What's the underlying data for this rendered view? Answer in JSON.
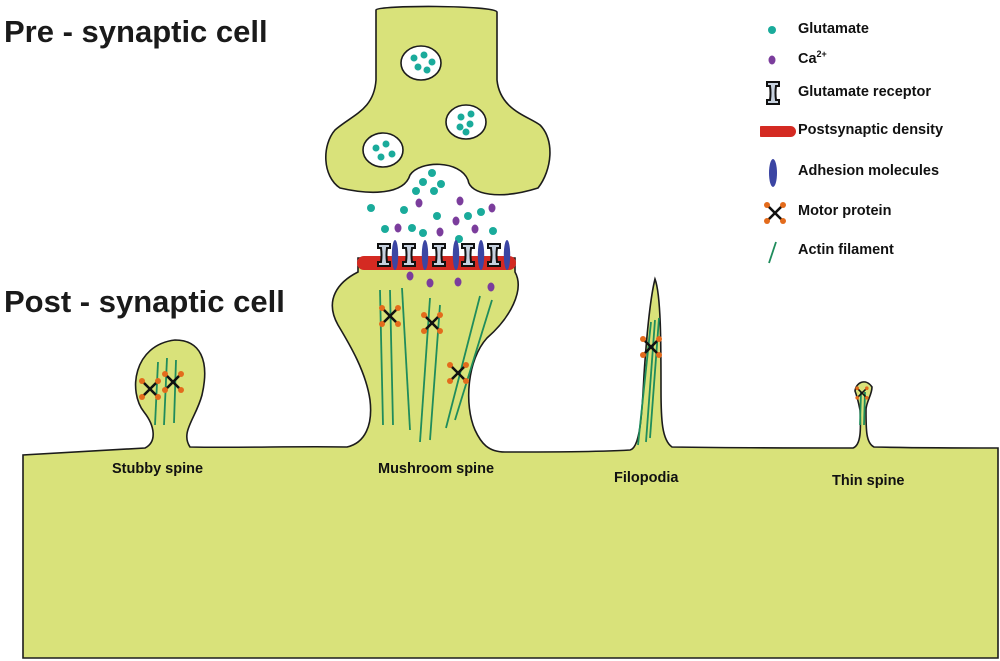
{
  "title": {
    "pre": "Pre - synaptic cell",
    "post": "Post - synaptic cell"
  },
  "spine_labels": {
    "stubby": "Stubby spine",
    "mushroom": "Mushroom spine",
    "filopodia": "Filopodia",
    "thin": "Thin spine"
  },
  "legend": {
    "glutamate": "Glutamate",
    "ca_base": "Ca",
    "ca_sup": "2+",
    "glutamate_receptor": "Glutamate receptor",
    "postsynaptic_density": "Postsynaptic density",
    "adhesion_molecules": "Adhesion molecules",
    "motor_protein": "Motor protein",
    "actin_filament": "Actin filament"
  },
  "colors": {
    "cell_fill": "#d9e27a",
    "cell_stroke": "#1c1c1c",
    "glutamate": "#1aab9b",
    "calcium": "#7b3d9c",
    "postsynaptic_density": "#d42a22",
    "adhesion": "#3b45a3",
    "receptor_fill": "#c7d1de",
    "actin": "#1f8c5c",
    "motor_dot": "#e36b1c"
  }
}
